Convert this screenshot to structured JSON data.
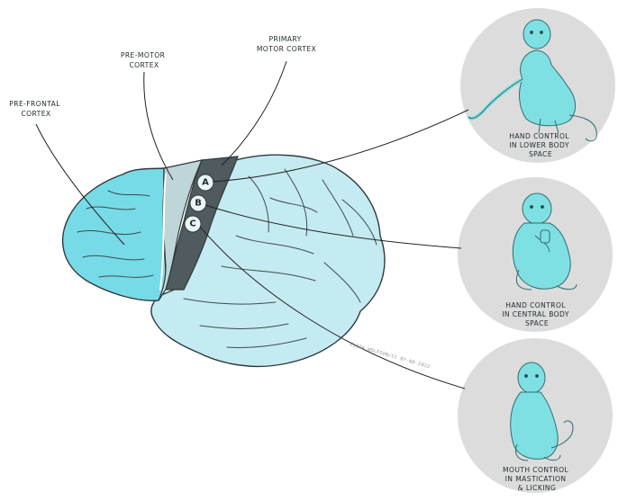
{
  "regions": {
    "prefrontal": {
      "line1": "PRE-FRONTAL",
      "line2": "CORTEX"
    },
    "premotor": {
      "line1": "PRE-MOTOR",
      "line2": "CORTEX"
    },
    "primary_motor": {
      "line1": "PRIMARY",
      "line2": "MOTOR CORTEX"
    }
  },
  "zones": [
    {
      "letter": "A"
    },
    {
      "letter": "B"
    },
    {
      "letter": "C"
    }
  ],
  "panels": [
    {
      "line1": "HAND CONTROL",
      "line2": "IN LOWER BODY",
      "line3": "SPACE"
    },
    {
      "line1": "HAND CONTROL",
      "line2": "IN CENTRAL BODY",
      "line3": "SPACE"
    },
    {
      "line1": "MOUTH CONTROL",
      "line2": "IN MASTICATION",
      "line3": "& LICKING"
    }
  ],
  "credit": "ELIZA WOLFSON/CC BY-ND 2022",
  "colors": {
    "prefrontal": "#76dbe7",
    "premotor": "#bfd6d9",
    "primary_motor": "#4f5b5e",
    "brain_rest": "#c4ebf1",
    "monkey": "#7fe0e3",
    "circle": "#dcdcdc"
  }
}
